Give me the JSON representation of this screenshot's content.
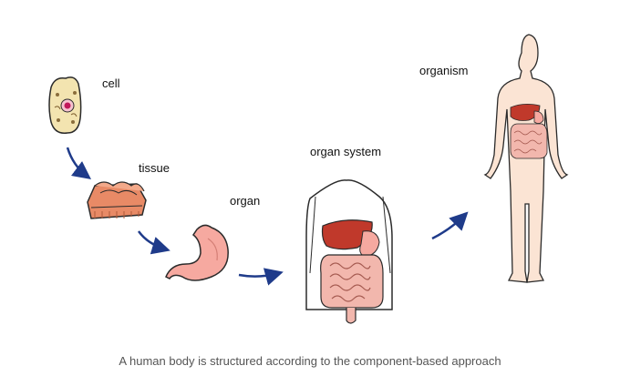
{
  "labels": {
    "cell": "cell",
    "tissue": "tissue",
    "organ": "organ",
    "organ_system": "organ system",
    "organism": "organism"
  },
  "caption": "A human body is structured according to the component-based approach",
  "colors": {
    "arrow": "#1f3b8a",
    "skin": "#fbe4d4",
    "outline": "#2b2b2b",
    "stomach": "#f6a9a0",
    "liver": "#c0392b",
    "intestine": "#f2b7ad",
    "tissue": "#e88a66",
    "cell": "#f3e4b0",
    "nucleus": "#c2185b"
  }
}
